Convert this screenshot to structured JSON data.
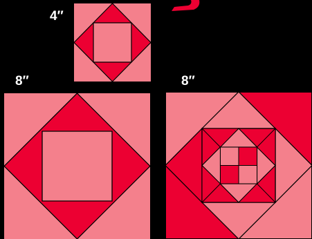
{
  "labels": {
    "small_size": "4″",
    "large_left_size": "8″",
    "large_right_size": "8″"
  },
  "colors": {
    "background": "#000000",
    "pink": "#f4808c",
    "red": "#ec0032",
    "outline": "#000000",
    "heading_fragment": "#ec0032"
  },
  "blocks": {
    "small": {
      "name": "square-in-a-square",
      "size_label": "4″"
    },
    "large_left": {
      "name": "square-in-a-square",
      "size_label": "8″"
    },
    "large_right": {
      "name": "nested-square-in-a-square",
      "size_label": "8″"
    }
  }
}
